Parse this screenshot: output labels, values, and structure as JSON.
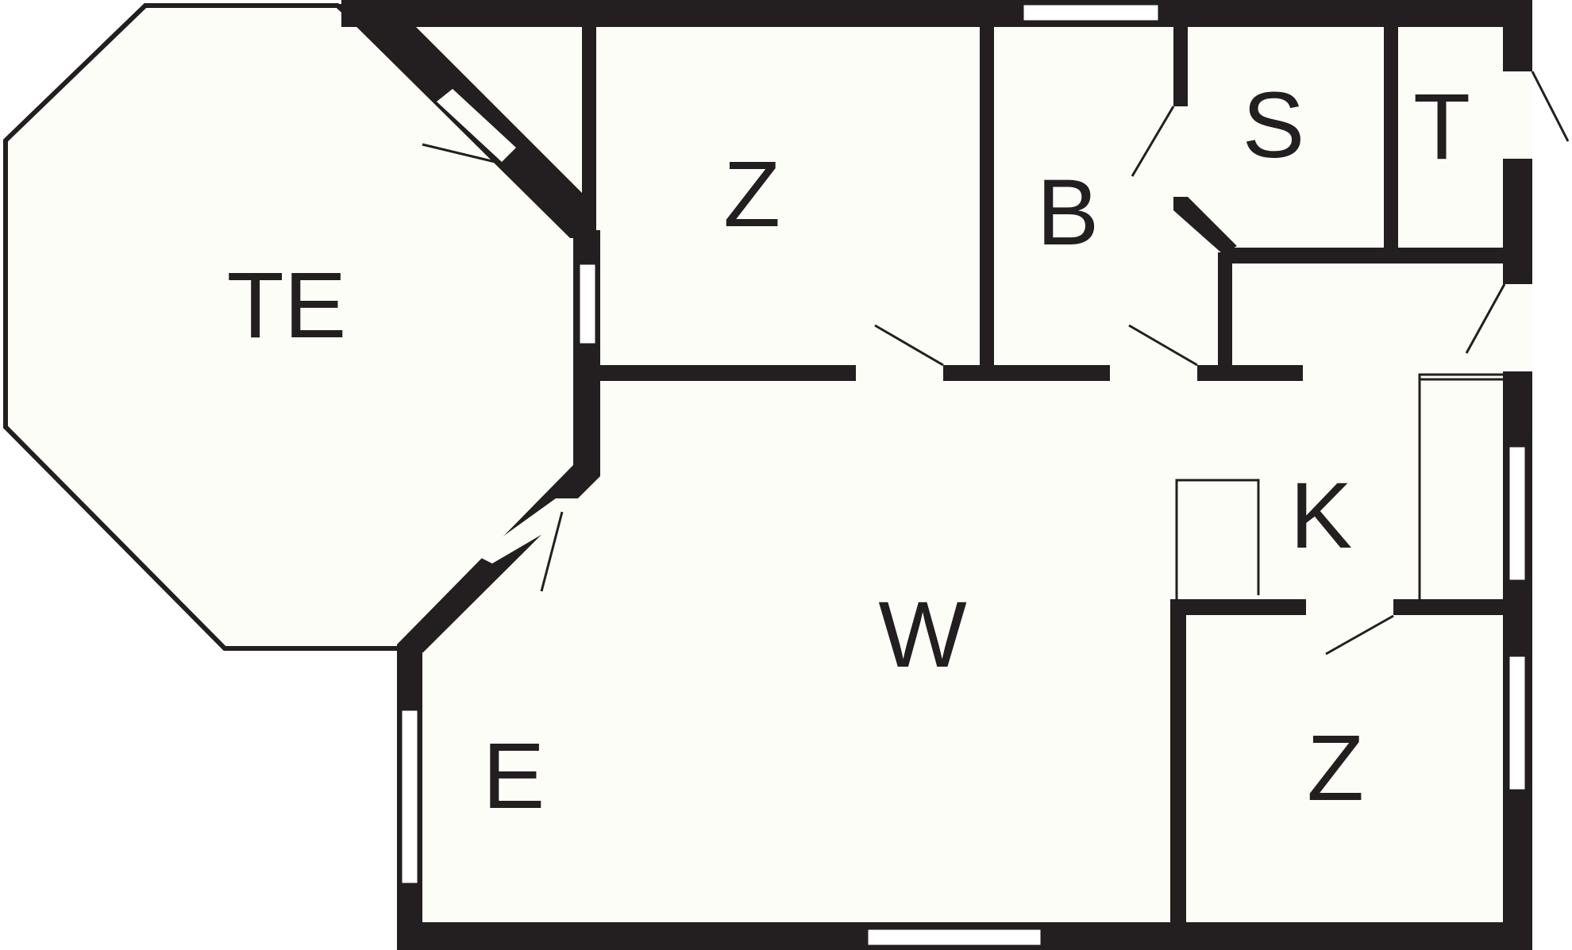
{
  "rooms": {
    "terrace": {
      "label": "TE"
    },
    "bedroom_top": {
      "label": "Z"
    },
    "bathroom": {
      "label": "B"
    },
    "storage": {
      "label": "S"
    },
    "toilet": {
      "label": "T"
    },
    "kitchen": {
      "label": "K"
    },
    "living": {
      "label": "W"
    },
    "entrance": {
      "label": "E"
    },
    "bedroom_bottom": {
      "label": "Z"
    }
  },
  "colors": {
    "wall": "#231f20",
    "floor": "#fdfdf8",
    "background": "#ffffff"
  }
}
